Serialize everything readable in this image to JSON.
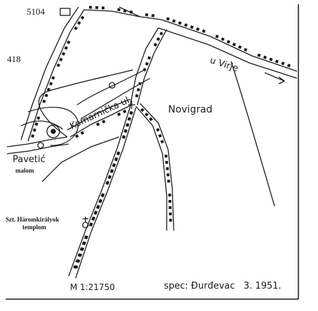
{
  "map": {
    "town_label": "Novigrad",
    "road_label": "u Virje",
    "street_label": "Komarnička ul.",
    "parcel_top": "5104",
    "parcel_left": "418",
    "place_name": "Pavetić",
    "mill_label": "malom",
    "church_label_line1": "Szt. Háromkirályok",
    "church_label_line2": "templom",
    "scale_text": "M 1:21750",
    "footer_text": "spec: Đurđevac   3. 1951.",
    "line_color": "#1a1a1a",
    "background_color": "#ffffff"
  }
}
